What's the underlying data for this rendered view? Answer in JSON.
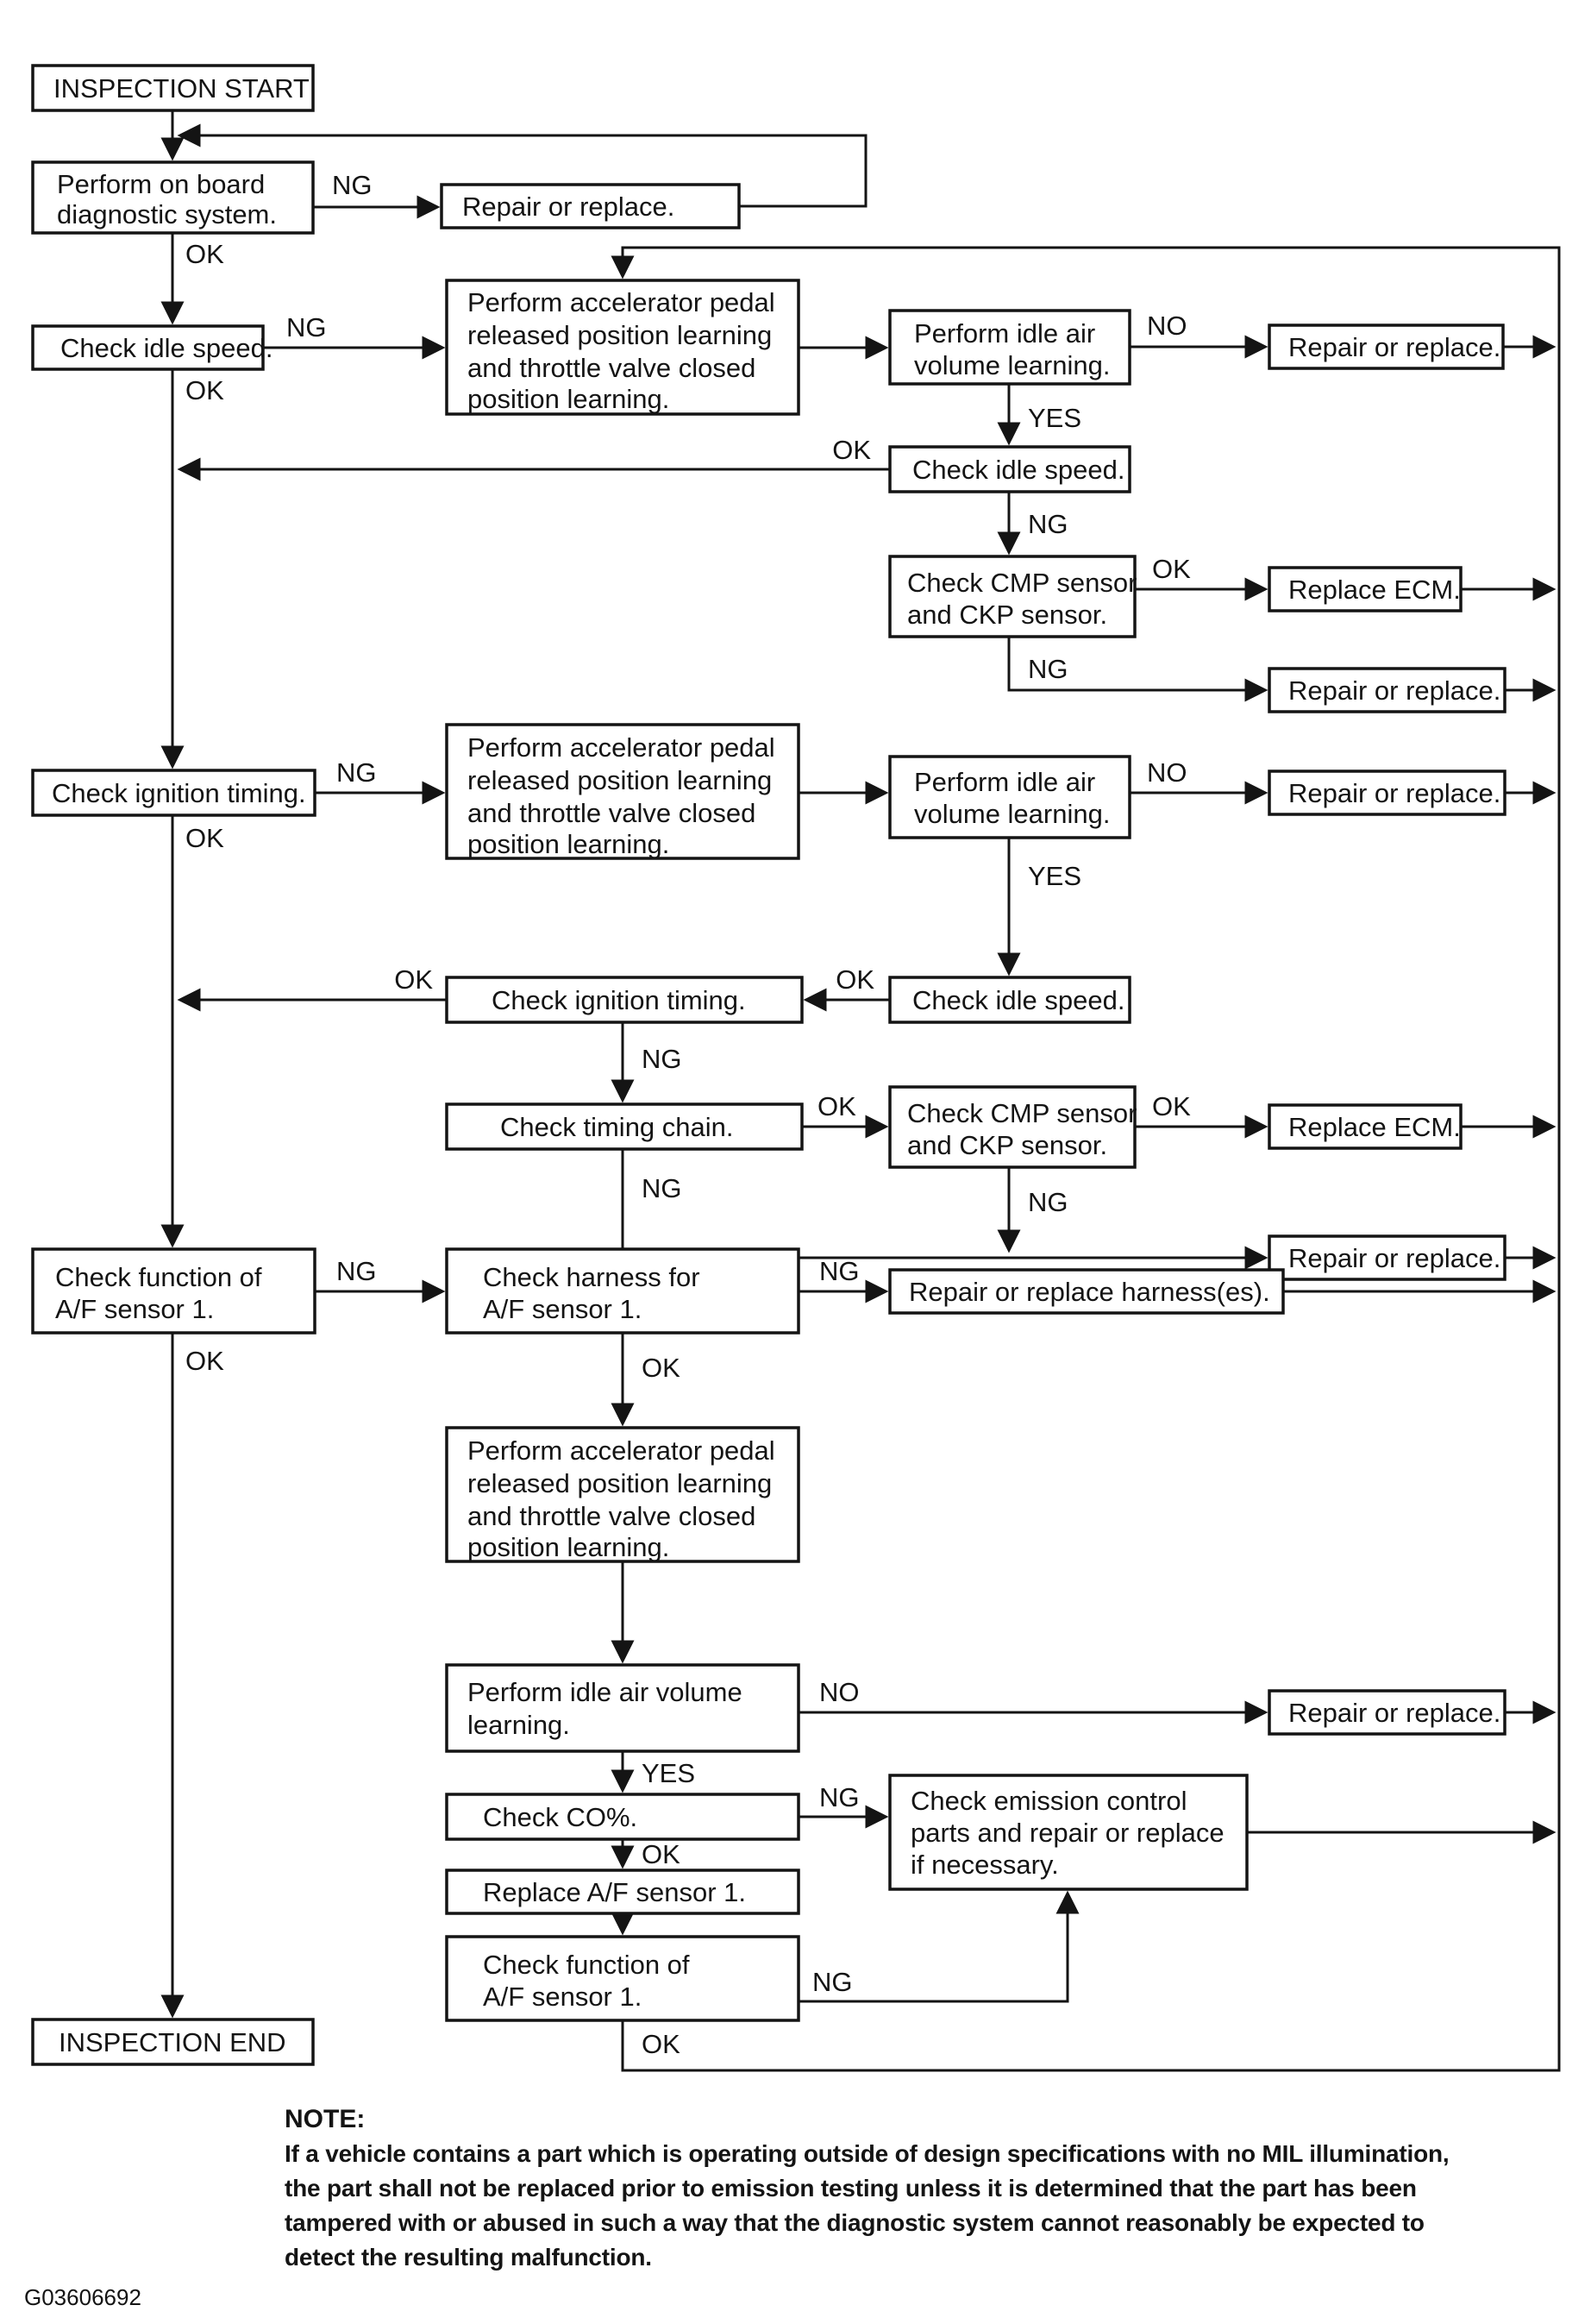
{
  "figure_id": "G03606692",
  "labels": {
    "ok": "OK",
    "ng": "NG",
    "yes": "YES",
    "no": "NO"
  },
  "nodes": {
    "inspection_start": {
      "lines": [
        "INSPECTION START"
      ]
    },
    "onboard": {
      "lines": [
        "Perform on board",
        "diagnostic system."
      ]
    },
    "repair1": {
      "lines": [
        "Repair or replace."
      ]
    },
    "check_idle_1": {
      "lines": [
        "Check idle speed."
      ]
    },
    "accel1": {
      "lines": [
        "Perform accelerator pedal",
        "released position learning",
        "and throttle valve closed",
        "position learning."
      ]
    },
    "idle_air_1": {
      "lines": [
        "Perform idle air",
        "volume learning."
      ]
    },
    "repair2": {
      "lines": [
        "Repair or replace."
      ]
    },
    "check_idle_2": {
      "lines": [
        "Check idle speed."
      ]
    },
    "cmp1": {
      "lines": [
        "Check CMP sensor",
        "and CKP sensor."
      ]
    },
    "ecm1": {
      "lines": [
        "Replace ECM."
      ]
    },
    "repair3": {
      "lines": [
        "Repair or replace."
      ]
    },
    "check_ign_1": {
      "lines": [
        "Check ignition timing."
      ]
    },
    "accel2": {
      "lines": [
        "Perform accelerator pedal",
        "released position learning",
        "and throttle valve closed",
        "position learning."
      ]
    },
    "idle_air_2": {
      "lines": [
        "Perform idle air",
        "volume learning."
      ]
    },
    "repair4": {
      "lines": [
        "Repair or replace."
      ]
    },
    "check_idle_3": {
      "lines": [
        "Check idle speed."
      ]
    },
    "check_ign_2": {
      "lines": [
        "Check ignition timing."
      ]
    },
    "timing_chain": {
      "lines": [
        "Check timing chain."
      ]
    },
    "cmp2": {
      "lines": [
        "Check CMP sensor",
        "and CKP sensor."
      ]
    },
    "ecm2": {
      "lines": [
        "Replace ECM."
      ]
    },
    "repair5": {
      "lines": [
        "Repair or replace."
      ]
    },
    "check_af_1": {
      "lines": [
        "Check function of",
        "A/F sensor 1."
      ]
    },
    "harness": {
      "lines": [
        "Check harness for",
        "A/F sensor 1."
      ]
    },
    "harness_repair": {
      "lines": [
        "Repair or replace harness(es)."
      ]
    },
    "accel3": {
      "lines": [
        "Perform accelerator pedal",
        "released position learning",
        "and throttle valve closed",
        "position learning."
      ]
    },
    "idle_air_3": {
      "lines": [
        "Perform idle air volume",
        "learning."
      ]
    },
    "repair6": {
      "lines": [
        "Repair or replace."
      ]
    },
    "check_co": {
      "lines": [
        "Check CO%."
      ]
    },
    "emission": {
      "lines": [
        "Check emission control",
        "parts and repair or replace",
        "if necessary."
      ]
    },
    "replace_af": {
      "lines": [
        "Replace A/F sensor 1."
      ]
    },
    "check_af_2": {
      "lines": [
        "Check function of",
        "A/F sensor 1."
      ]
    },
    "inspection_end": {
      "lines": [
        "INSPECTION END"
      ]
    }
  },
  "note": {
    "heading": "NOTE:",
    "lines": [
      "If a vehicle contains a part which is operating outside of design specifications with no MIL illumination,",
      "the part shall not be replaced prior to emission testing unless it is determined that the part has been",
      "tampered with or abused in such a way that the diagnostic system cannot reasonably be expected to",
      "detect the resulting malfunction."
    ]
  }
}
